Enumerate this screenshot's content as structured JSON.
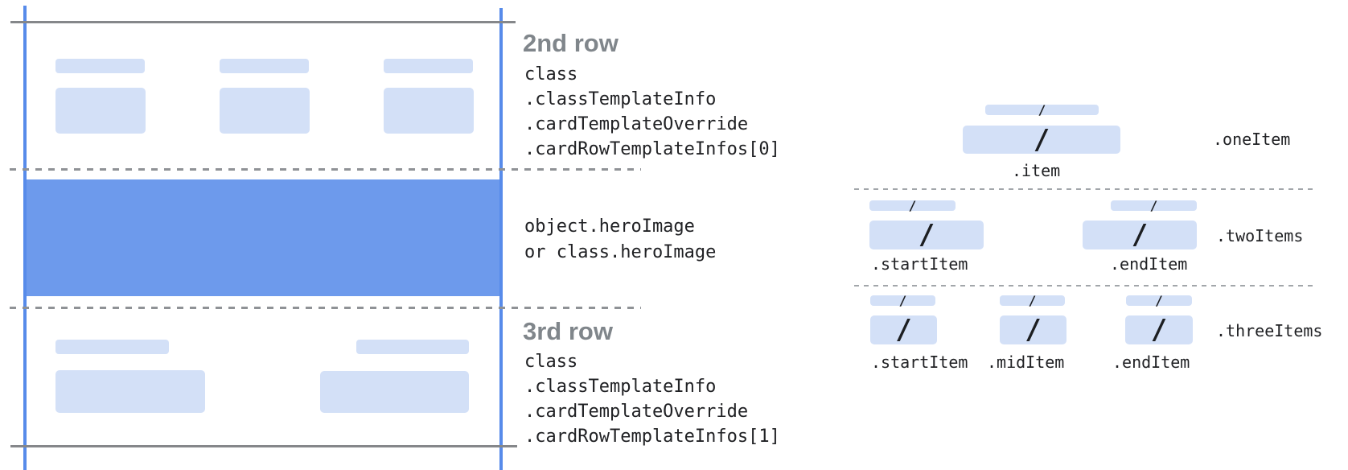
{
  "colors": {
    "edge_line_blue": "#578bea",
    "hero_band_blue": "#6d9aec",
    "placeholder_bar_blue": "#d3e0f7",
    "solid_line_gray": "#85878a",
    "dashed_line_gray": "#8f9296",
    "heading_gray": "#80868b",
    "code_text": "#202124"
  },
  "left_card": {
    "row2_heading": "2nd row",
    "row2_code_lines": [
      "class",
      ".classTemplateInfo",
      ".cardTemplateOverride",
      ".cardRowTemplateInfos[0]"
    ],
    "hero_code_lines": [
      "object.heroImage",
      "or class.heroImage"
    ],
    "row3_heading": "3rd row",
    "row3_code_lines": [
      "class",
      ".classTemplateInfo",
      ".cardTemplateOverride",
      ".cardRowTemplateInfos[1]"
    ]
  },
  "right_panel": {
    "placeholder_glyph": "/",
    "one_item": {
      "row_label": ".oneItem",
      "items": [
        {
          "label": ".item"
        }
      ]
    },
    "two_items": {
      "row_label": ".twoItems",
      "items": [
        {
          "label": ".startItem"
        },
        {
          "label": ".endItem"
        }
      ]
    },
    "three_items": {
      "row_label": ".threeItems",
      "items": [
        {
          "label": ".startItem"
        },
        {
          "label": ".midItem"
        },
        {
          "label": ".endItem"
        }
      ]
    }
  }
}
